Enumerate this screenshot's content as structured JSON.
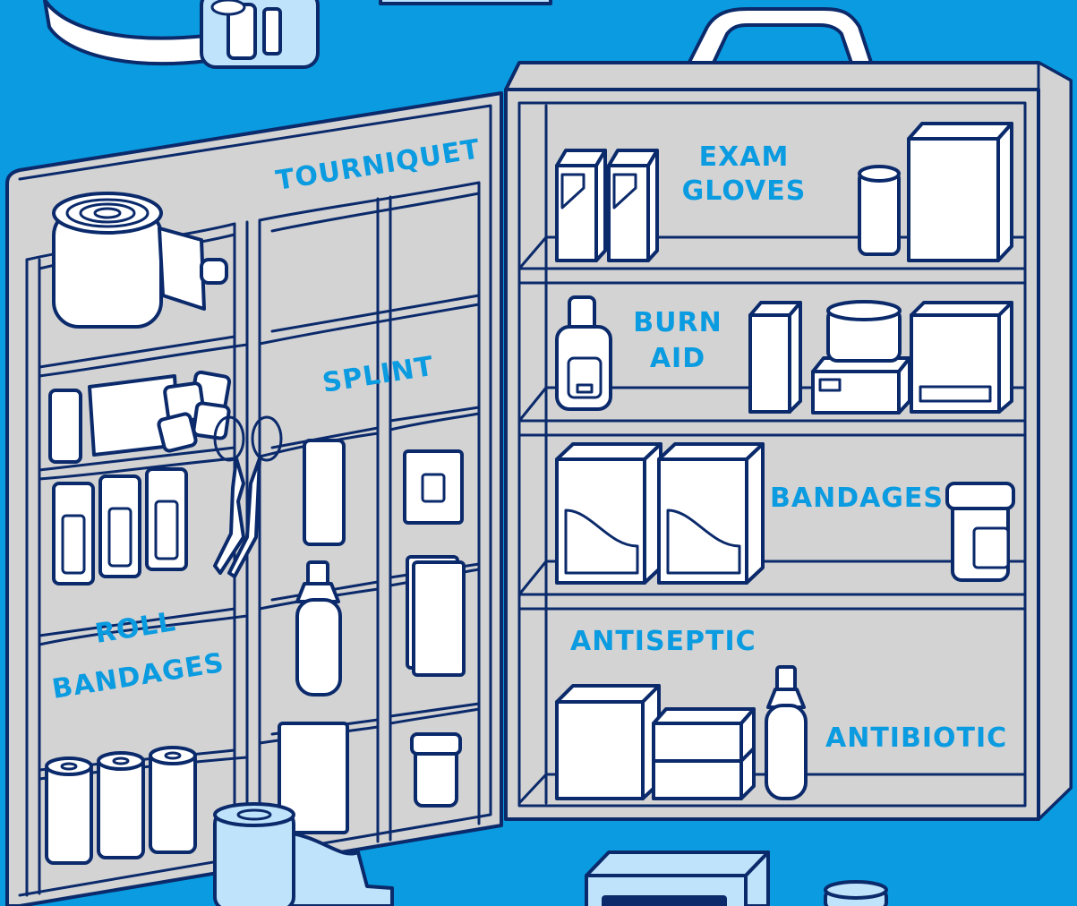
{
  "palette": {
    "background": "#0a9be0",
    "cabinet_fill": "#d3d3d3",
    "outline": "#0b2a6b",
    "item_fill": "#ffffff",
    "item_light_blue": "#bfe3fb",
    "label_text": "#0a9be0"
  },
  "door_labels": {
    "tourniquet": "TOURNIQUET",
    "splint": "SPLINT",
    "roll_line1": "ROLL",
    "roll_line2": "BANDAGES"
  },
  "shelf_labels": {
    "exam_line1": "EXAM",
    "exam_line2": "GLOVES",
    "burn_line1": "BURN",
    "burn_line2": "AID",
    "bandages": "BANDAGES",
    "antiseptic": "ANTISEPTIC",
    "antibiotic": "ANTIBIOTIC"
  },
  "icons": [
    "tourniquet-icon",
    "roll-bandage-icon",
    "gauze-pad-icon",
    "scissors-icon",
    "spray-bottle-icon",
    "pill-jar-icon",
    "glove-box-icon",
    "burn-gel-bottle-icon",
    "cabinet-handle-icon"
  ]
}
